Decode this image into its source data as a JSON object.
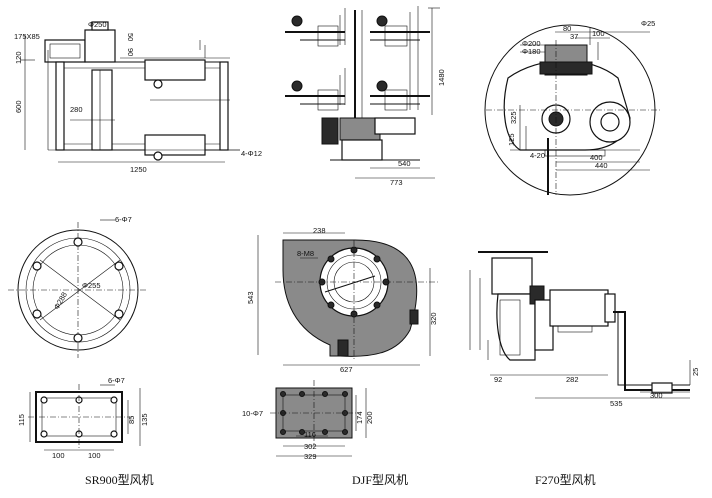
{
  "captions": {
    "sr900": "SR900型风机",
    "djf": "DJF型风机",
    "f270": "F270型风机"
  },
  "sr900": {
    "top_dims": [
      "175X85",
      "Φ250",
      "50",
      "90",
      "120",
      "600",
      "280",
      "1250",
      "4-Φ12"
    ],
    "flange_dims": [
      "6-Φ7",
      "Φ288",
      "Φ255"
    ],
    "outlet_dims": [
      "6-Φ7",
      "115",
      "85",
      "135",
      "100",
      "100"
    ]
  },
  "djf": {
    "top_dims": [
      "1480",
      "540",
      "773"
    ],
    "front_dims": [
      "238",
      "8-M8",
      "543",
      "320",
      "627"
    ],
    "outlet_dims": [
      "10-Φ7",
      "174",
      "200",
      "116",
      "302",
      "329"
    ]
  },
  "f270": {
    "top_dims": [
      "80",
      "37",
      "100",
      "Φ25",
      "Φ200",
      "Φ180",
      "325",
      "125",
      "4-20",
      "400",
      "440"
    ],
    "side_dims": [
      "92",
      "282",
      "25",
      "300",
      "535"
    ]
  }
}
